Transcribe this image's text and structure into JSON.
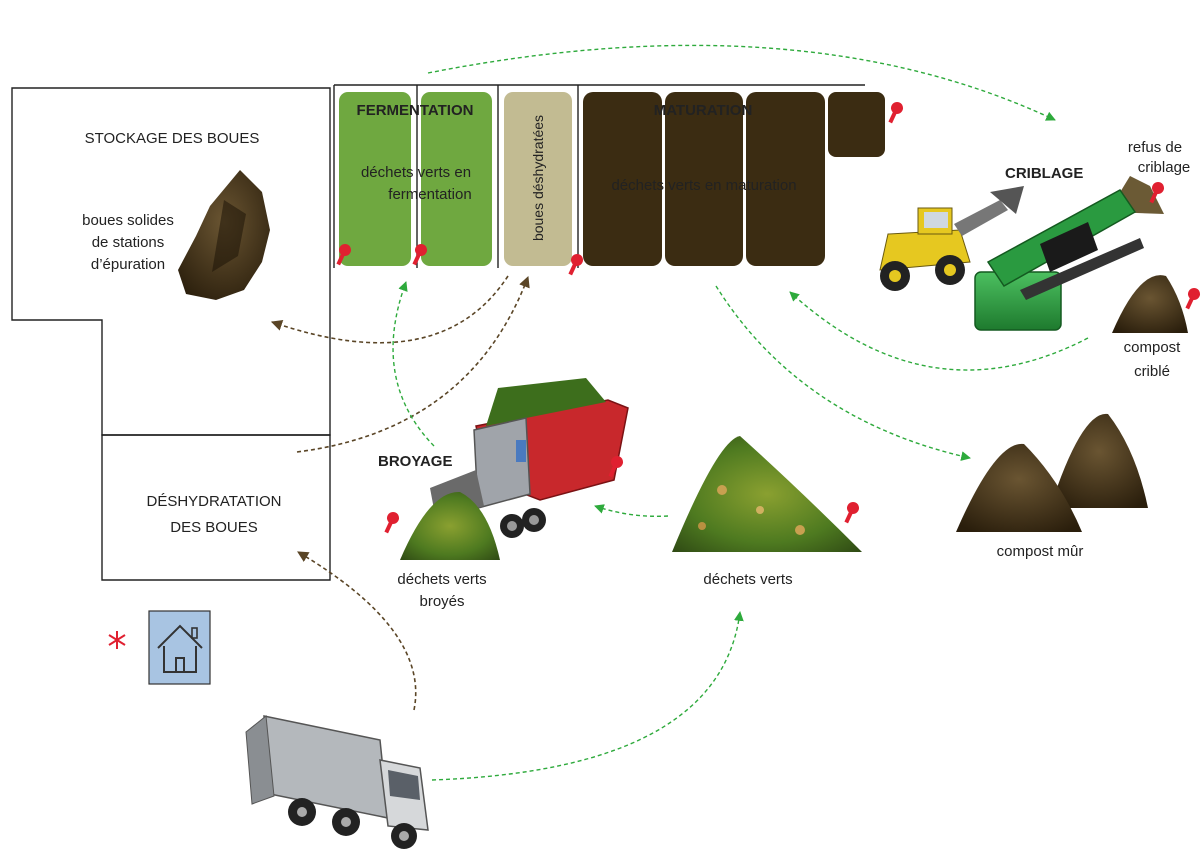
{
  "areas": {
    "storage": {
      "title": "STOCKAGE DES BOUES",
      "item_lines": [
        "boues solides",
        "de stations",
        "d’épuration"
      ]
    },
    "dewatering": {
      "title_lines": [
        "DÉSHYDRATATION",
        "DES BOUES"
      ]
    }
  },
  "bays": {
    "fermentation_title": "FERMENTATION",
    "fermentation_label_lines": [
      "déchets verts en",
      "fermentation"
    ],
    "dewatered_label": "boues déshydratées",
    "maturation_title": "MATURATION",
    "maturation_label": "déchets verts en maturation"
  },
  "stations": {
    "screening": {
      "title": "CRIBLAGE",
      "reject_lines": [
        "refus de",
        "criblage"
      ],
      "output_lines": [
        "compost",
        "criblé"
      ]
    },
    "shredding": {
      "title": "BROYAGE",
      "output_lines": [
        "déchets verts",
        "broyés"
      ]
    },
    "green_waste": {
      "label": "déchets verts"
    },
    "mature_compost": {
      "label": "compost mûr"
    }
  },
  "colors": {
    "fermentation_green": "#6FA840",
    "dewatered_beige": "#C2BB92",
    "maturation_brown": "#3B2C12",
    "sludge_flow_brown": "#5A4526",
    "green_flow": "#2EAA3C",
    "pin_red": "#E02030",
    "house_fill": "#A8C4E2"
  },
  "icons": [
    "sludge-pile-icon",
    "wheel-loader-icon",
    "trommel-screen-icon",
    "shredder-icon",
    "green-waste-pile-icon",
    "compost-pile-icon",
    "garbage-truck-icon",
    "house-icon",
    "pin-icon",
    "asterisk-icon"
  ]
}
